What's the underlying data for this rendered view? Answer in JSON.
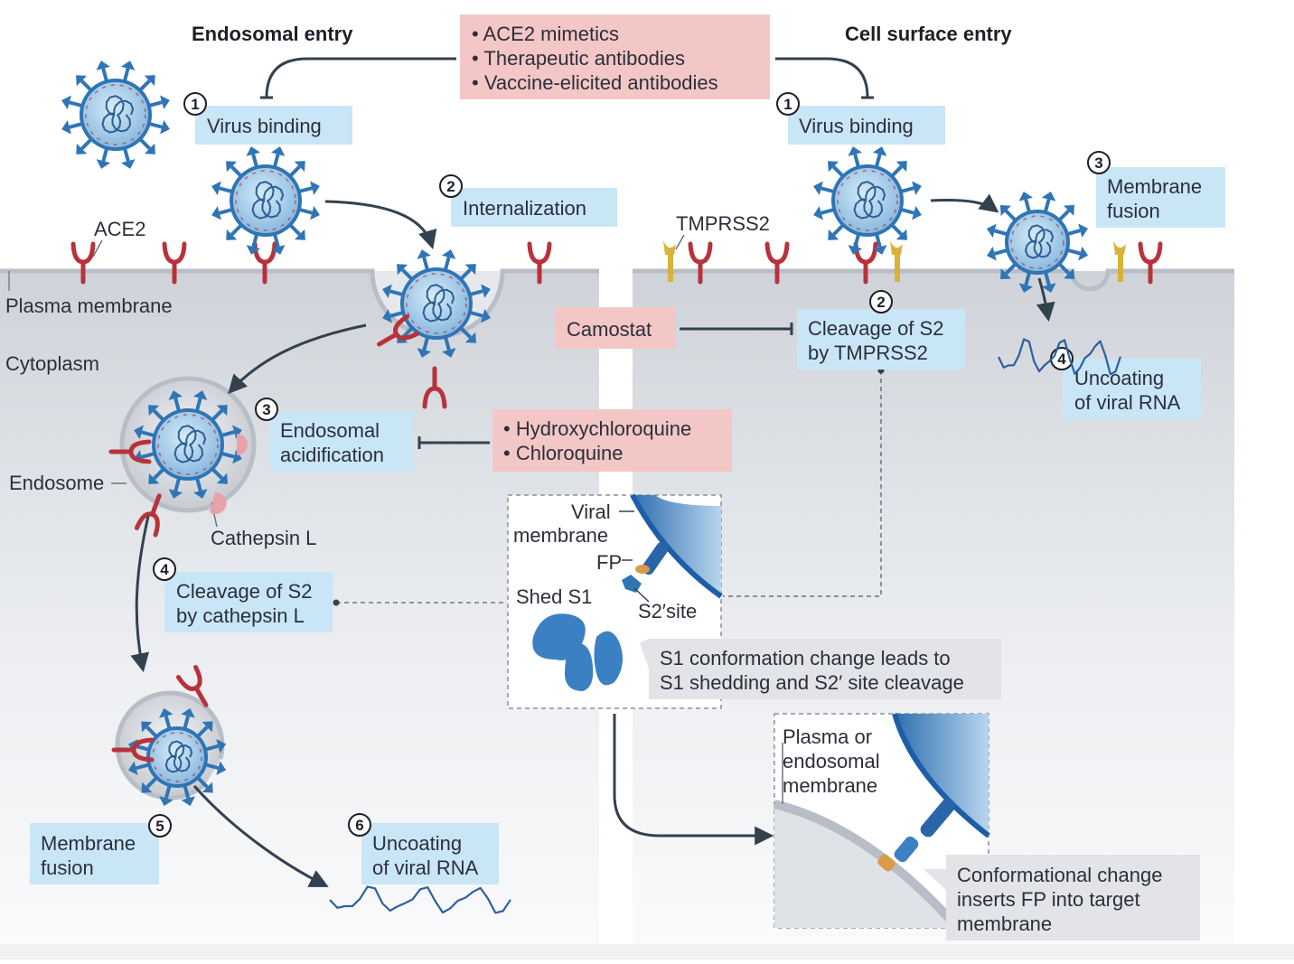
{
  "headings": {
    "endosomal": "Endosomal entry",
    "cell_surface": "Cell surface entry"
  },
  "inhibitors": {
    "top": [
      "• ACE2 mimetics",
      "• Therapeutic antibodies",
      "• Vaccine-elicited antibodies"
    ],
    "camostat": "Camostat",
    "chloroquine": [
      "• Hydroxychloroquine",
      "• Chloroquine"
    ]
  },
  "steps": {
    "endo_1": {
      "num": "1",
      "lines": [
        "Virus binding"
      ]
    },
    "endo_2": {
      "num": "2",
      "lines": [
        "Internalization"
      ]
    },
    "endo_3": {
      "num": "3",
      "lines": [
        "Endosomal",
        "acidification"
      ]
    },
    "endo_4": {
      "num": "4",
      "lines": [
        "Cleavage of S2",
        "by cathepsin L"
      ]
    },
    "endo_5": {
      "num": "5",
      "lines": [
        "Membrane",
        "fusion"
      ]
    },
    "endo_6": {
      "num": "6",
      "lines": [
        "Uncoating",
        "of viral RNA"
      ]
    },
    "surf_1": {
      "num": "1",
      "lines": [
        "Virus binding"
      ]
    },
    "surf_2": {
      "num": "2",
      "lines": [
        "Cleavage of S2",
        "by TMPRSS2"
      ]
    },
    "surf_3": {
      "num": "3",
      "lines": [
        "Membrane",
        "fusion"
      ]
    },
    "surf_4": {
      "num": "4",
      "lines": [
        "Uncoating",
        "of viral RNA"
      ]
    }
  },
  "labels": {
    "ace2": "ACE2",
    "tmprss2": "TMPRSS2",
    "plasma_membrane": "Plasma membrane",
    "cytoplasm": "Cytoplasm",
    "endosome": "Endosome",
    "cathepsin": "Cathepsin L",
    "viral_membrane": [
      "Viral",
      "membrane"
    ],
    "fp": "FP",
    "shed_s1": "Shed S1",
    "s2site": "S2′site",
    "target_membrane": [
      "Plasma or",
      "endosomal",
      "membrane"
    ]
  },
  "captions": {
    "s1_change": [
      "S1 conformation change leads to",
      "S1 shedding and S2′ site cleavage"
    ],
    "fp_insert": [
      "Conformational change",
      "inserts FP into target",
      "membrane"
    ]
  },
  "colors": {
    "step_box": "#c9e6f7",
    "inhibitor_box": "#f3c7c6",
    "caption_box": "#e2e4e7",
    "virus_blue": "#2f75b6",
    "ace2_red": "#b8323b",
    "tmprss2_gold": "#d8b33a"
  }
}
